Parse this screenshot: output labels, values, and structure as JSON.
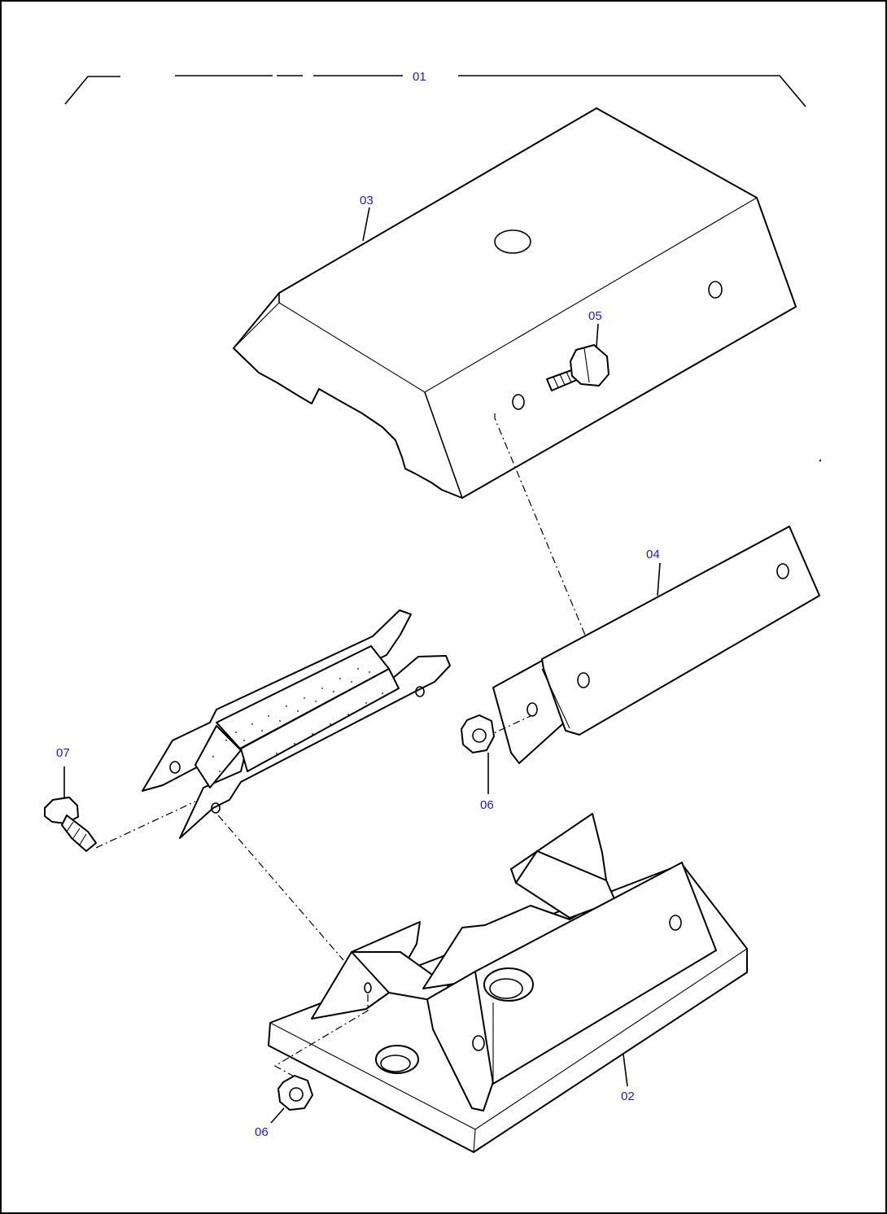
{
  "callouts": {
    "assembly": "01",
    "base_bracket": "02",
    "cover": "03",
    "plate": "04",
    "bolt_upper": "05",
    "nut_right": "06",
    "nut_bottom": "06",
    "bolt_left": "07"
  },
  "colors": {
    "line": "#000000",
    "callout_text": "#1a1ad6",
    "background": "#ffffff"
  }
}
